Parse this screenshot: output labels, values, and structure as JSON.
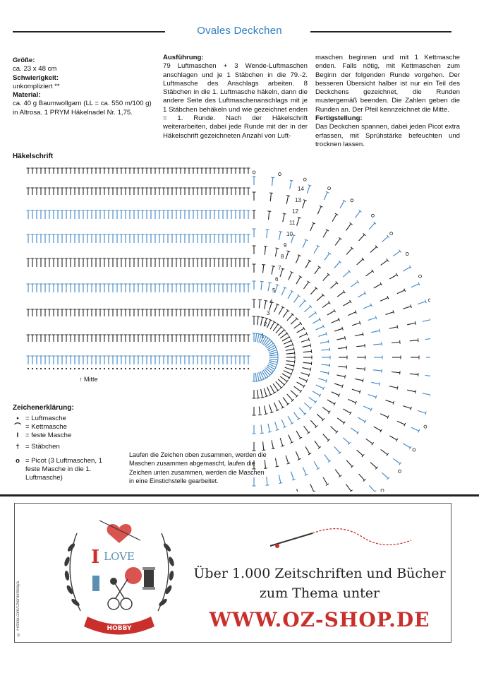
{
  "header": {
    "title": "Ovales Deckchen"
  },
  "info": {
    "size_label": "Größe:",
    "size_value": "ca. 23 x 48 cm",
    "difficulty_label": "Schwierigkeit:",
    "difficulty_value": "unkompliziert **",
    "material_label": "Material:",
    "material_value": "ca. 40 g Baumwollgarn (LL = ca. 550 m/100 g) in Altrosa. 1 PRYM Häkelnadel Nr. 1,75."
  },
  "execution": {
    "label": "Ausführung:",
    "text": "79 Luftmaschen + 3 Wende-Luftmaschen anschlagen und je 1 Stäbchen in die 79.-2. Luftmasche des Anschlags arbeiten. 8 Stäbchen in die 1. Luftmasche häkeln, dann die andere Seite des Luftmaschenanschlags mit je 1 Stäbchen behäkeln und wie gezeichnet enden = 1. Runde. Nach der Häkelschrift weiterarbeiten, dabei jede Runde mit der in der Häkelschrift gezeichneten Anzahl von Luft-",
    "text_cont": "maschen beginnen und mit 1 Kettmasche enden. Falls nötig, mit Kettmaschen zum Beginn der folgenden Runde vorgehen. Der besseren Übersicht halber ist nur ein Teil des Deckchens gezeichnet, die Runden mustergemäß beenden. Die Zahlen geben die Runden an. Der Pfeil kennzeichnet die Mitte."
  },
  "finishing": {
    "label": "Fertigstellung:",
    "text": "Das Deckchen spannen, dabei jeden Picot extra erfassen, mit Sprühstärke befeuchten und trocknen lassen."
  },
  "diagram": {
    "label": "Häkelschrift",
    "center_label": "Mitte",
    "round_numbers": [
      "1",
      "2",
      "3",
      "4",
      "5",
      "6",
      "7",
      "8",
      "9",
      "10",
      "11",
      "12",
      "13",
      "14"
    ]
  },
  "legend": {
    "title": "Zeichenerklärung:",
    "items": [
      {
        "symbol": "•",
        "text": "= Luftmasche"
      },
      {
        "symbol": "⌒",
        "text": "= Kettmasche"
      },
      {
        "symbol": "I",
        "text": "= feste Masche"
      },
      {
        "symbol": "†",
        "text": "= Stäbchen"
      },
      {
        "symbol": "o",
        "text": "= Picot (3 Luftmaschen, 1 feste Masche in die 1. Luftmasche)"
      }
    ]
  },
  "note": "Laufen die Zeichen oben zusammen, werden die Maschen zusammen abgemascht, laufen die Zeichen unten zusammen, werden die Maschen in eine Einstichstelle gearbeitet.",
  "ad": {
    "line1": "Über 1.000 Zeitschriften und Bücher",
    "line2": "zum Thema unter",
    "url": "WWW.OZ-SHOP.DE",
    "emblem_top": "LOVE",
    "emblem_ribbon": "HOBBY",
    "credit": "© Fotolia.com/Chernetskaya"
  },
  "colors": {
    "title": "#2f7fc0",
    "blue_stitch": "#3d85c6",
    "url": "#c9302c"
  }
}
